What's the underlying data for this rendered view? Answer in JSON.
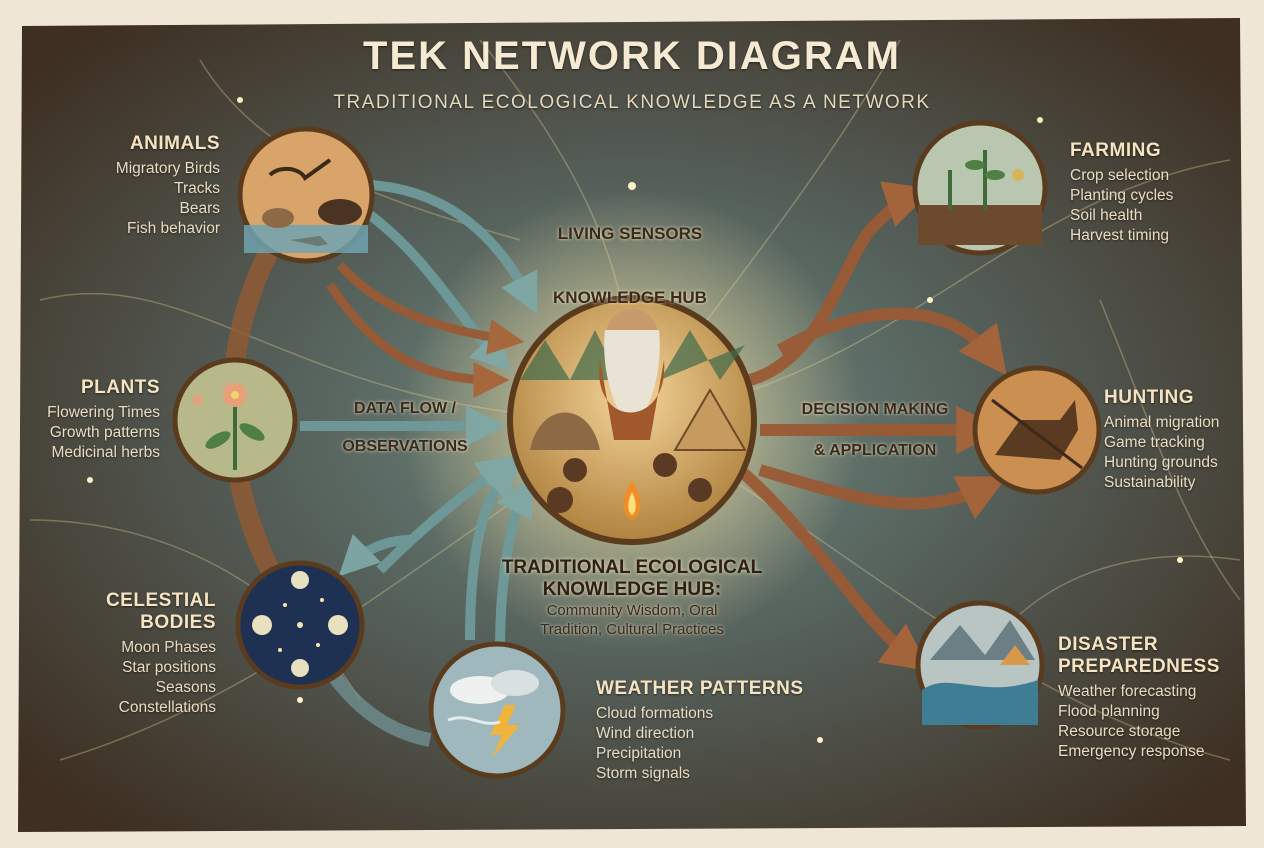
{
  "title": "TEK NETWORK DIAGRAM",
  "subtitle": "TRADITIONAL ECOLOGICAL KNOWLEDGE AS A NETWORK",
  "flow_labels": {
    "living_sensors": "LIVING SENSORS",
    "knowledge_hub": "KNOWLEDGE HUB",
    "data_flow": "DATA FLOW /",
    "observations": "OBSERVATIONS",
    "decision_making": "DECISION MAKING",
    "application": "& APPLICATION"
  },
  "hub": {
    "heading_line1": "TRADITIONAL ECOLOGICAL",
    "heading_line2": "KNOWLEDGE HUB:",
    "desc_line1": "Community Wisdom, Oral",
    "desc_line2": "Tradition, Cultural Practices"
  },
  "inputs": {
    "animals": {
      "title": "ANIMALS",
      "items": [
        "Migratory Birds",
        "Tracks",
        "Bears",
        "Fish behavior"
      ]
    },
    "plants": {
      "title": "PLANTS",
      "items": [
        "Flowering Times",
        "Growth patterns",
        "Medicinal herbs"
      ]
    },
    "celestial": {
      "title_line1": "CELESTIAL",
      "title_line2": "BODIES",
      "items": [
        "Moon Phases",
        "Star positions",
        "Seasons",
        "Constellations"
      ]
    },
    "weather": {
      "title": "WEATHER PATTERNS",
      "items": [
        "Cloud formations",
        "Wind direction",
        "Precipitation",
        "Storm signals"
      ]
    }
  },
  "outputs": {
    "farming": {
      "title": "FARMING",
      "items": [
        "Crop selection",
        "Planting cycles",
        "Soil health",
        "Harvest timing"
      ]
    },
    "hunting": {
      "title": "HUNTING",
      "items": [
        "Animal migration",
        "Game tracking",
        "Hunting grounds",
        "Sustainability"
      ]
    },
    "disaster": {
      "title_line1": "DISASTER",
      "title_line2": "PREPAREDNESS",
      "items": [
        "Weather forecasting",
        "Flood planning",
        "Resource storage",
        "Emergency response"
      ]
    }
  },
  "colors": {
    "input_arrow": "#6f9a9a",
    "output_arrow": "#9a5a35",
    "glow": "#f7e6b0",
    "frame": "#efe6d6"
  }
}
